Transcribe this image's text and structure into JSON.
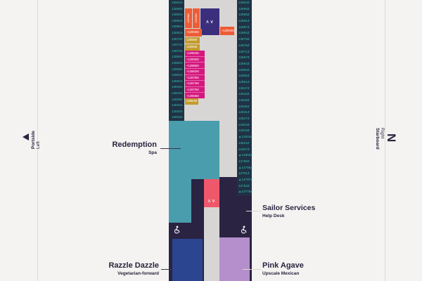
{
  "compass": {
    "left": {
      "word1": "Portside",
      "word2": "Left"
    },
    "right": {
      "word1": "Starboard",
      "word2": "Right",
      "letter": "N"
    }
  },
  "venues": {
    "redemption": {
      "name": "Redemption",
      "subtitle": "Spa"
    },
    "sailor_services": {
      "name": "Sailor Services",
      "subtitle": "Help Desk"
    },
    "razzle_dazzle": {
      "name": "Razzle Dazzle",
      "subtitle": "Vegetarian-forward"
    },
    "pink_agave": {
      "name": "Pink Agave",
      "subtitle": "Upscale Mexican"
    }
  },
  "deck": {
    "elevator_glyph": "∧∨",
    "left_cabins": [
      "12902A",
      "12898A",
      "12894A",
      "12890A",
      "12886A",
      "12882A",
      "12878A",
      "12874A",
      "12870A",
      "12866A",
      "12862A",
      "12858A",
      "12854A",
      "12850A",
      "12846A",
      "12842A",
      "12838A",
      "12834A",
      "12830A",
      "12826A"
    ],
    "right_cabins": [
      "12903Z",
      "12899Z",
      "12895Z",
      "12891Z",
      "12887Z",
      "12883Z",
      "12879Z",
      "12875Z",
      "12871Z",
      "12867Z",
      "12863Z",
      "12859Z",
      "12855Z",
      "12851Z",
      "12847Z",
      "12843Z",
      "12839Z",
      "12835Z",
      "12831Z",
      "12827Z",
      "12823Z",
      "12819Z",
      "▲12815Z",
      "12811Z",
      "12807Z",
      "▲12803Z",
      "12799Z",
      "▲12795Z",
      "12791Z",
      "▲12787Z",
      "12783Z",
      "▲12779Z"
    ],
    "orange_vertical_cabins": [
      "12908M",
      "12906M"
    ],
    "orange_cabin_left": "+12902M",
    "orange_cabin_right": "+12904M",
    "gold_cabin_1": "12898M",
    "gold_cabin_2": "12896M",
    "gold_cabin_bottom": "12862M",
    "magenta_cabins": [
      "+12894M",
      "+12890M",
      "+12886M",
      "+12882M",
      "+12878M",
      "+12874M",
      "+12870M",
      "+12866M"
    ]
  },
  "colors": {
    "background": "#f4f3f1",
    "cabin_column_navy": "#1e3345",
    "bottom_navy": "#2a2342",
    "corridor_gray": "#d8d6d4",
    "spa_teal": "#4a9dad",
    "magenta": "#d6177e",
    "orange": "#ee5c36",
    "gold": "#c49b2d",
    "elevator_purple": "#3b2f7d",
    "elevator_pink": "#ef586b",
    "razzle_blue": "#2b4590",
    "agave_lilac": "#b48fcb",
    "cabin_text_aqua": "#3fc3b6"
  }
}
